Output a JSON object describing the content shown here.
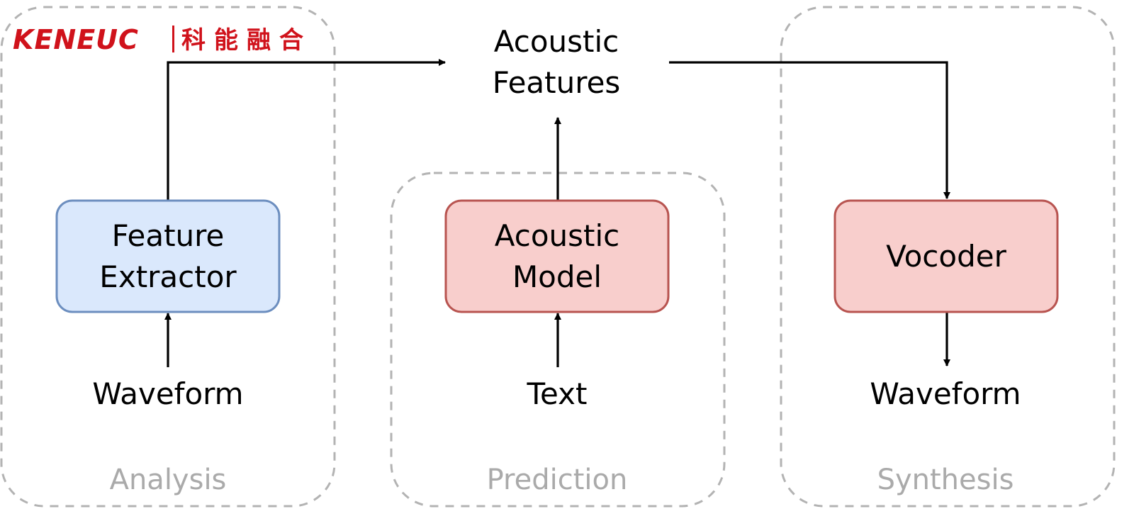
{
  "logo": {
    "wordmark": "KENEUC",
    "chinese": "科能融合",
    "color": "#d0121b"
  },
  "sections": {
    "analysis": {
      "label": "Analysis"
    },
    "prediction": {
      "label": "Prediction"
    },
    "synthesis": {
      "label": "Synthesis"
    }
  },
  "nodes": {
    "feature_extractor": {
      "line1": "Feature",
      "line2": "Extractor",
      "fill": "#dae8fc",
      "stroke": "#6c8ebf"
    },
    "acoustic_model": {
      "line1": "Acoustic",
      "line2": "Model",
      "fill": "#f8cecc",
      "stroke": "#b85450"
    },
    "vocoder": {
      "label": "Vocoder",
      "fill": "#f8cecc",
      "stroke": "#b85450"
    }
  },
  "io": {
    "acoustic_features": {
      "line1": "Acoustic",
      "line2": "Features"
    },
    "analysis_input": "Waveform",
    "prediction_input": "Text",
    "synthesis_output": "Waveform"
  },
  "colors": {
    "dashed_border": "#b3b3b3",
    "section_label": "#aaaaaa",
    "arrow": "#000000"
  }
}
